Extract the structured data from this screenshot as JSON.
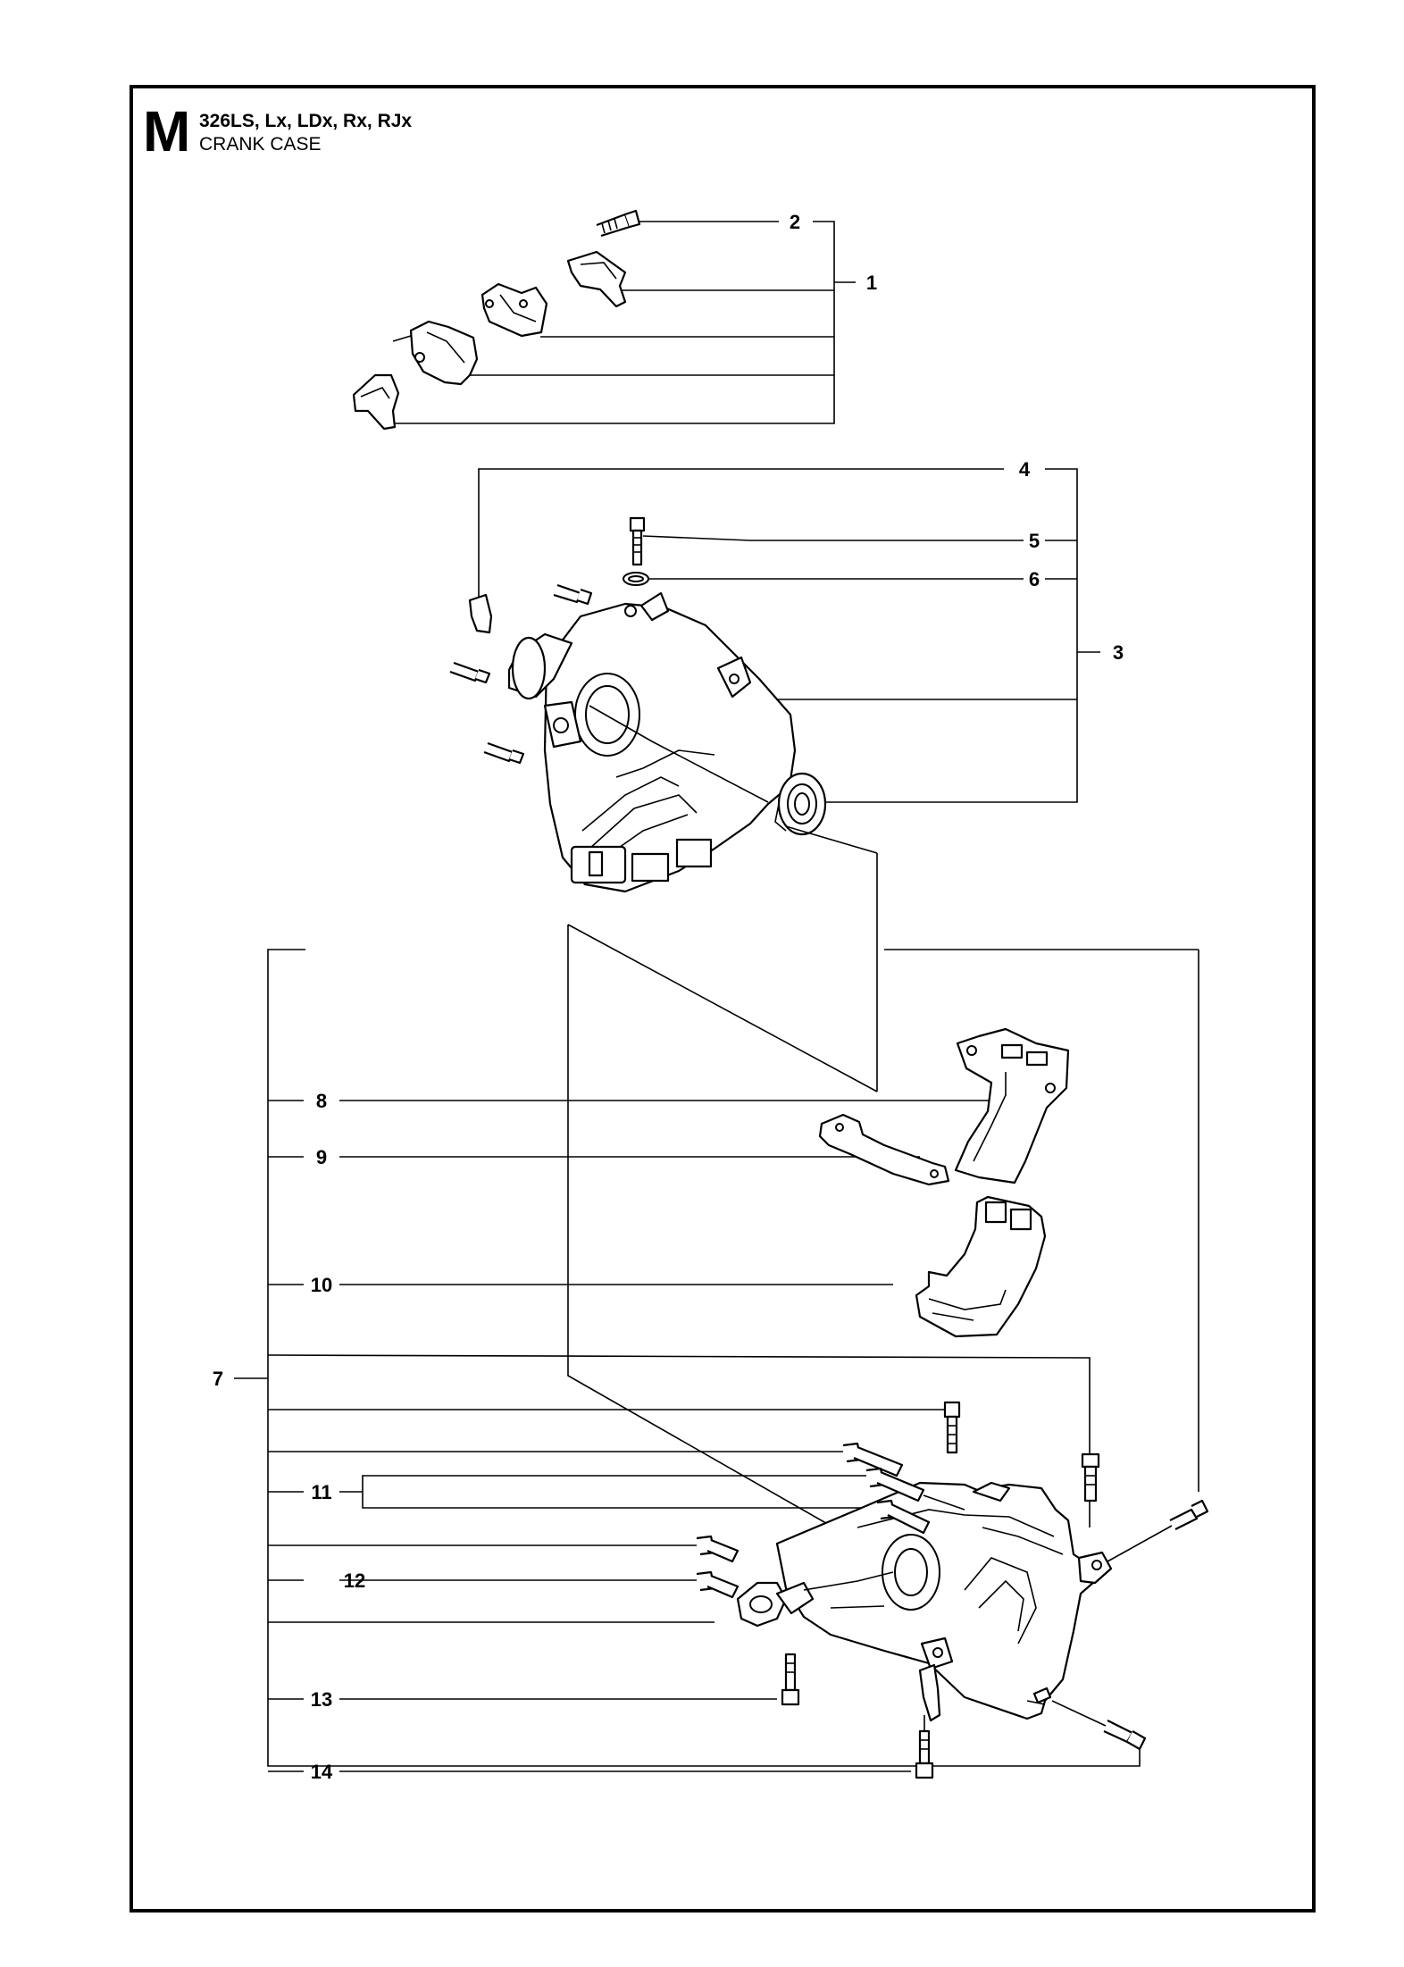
{
  "header": {
    "section_letter": "M",
    "models": "326LS, Lx, LDx, Rx, RJx",
    "section_name": "CRANK CASE"
  },
  "callouts": {
    "c1": "1",
    "c2": "2",
    "c3": "3",
    "c4": "4",
    "c5": "5",
    "c6": "6",
    "c7": "7",
    "c8": "8",
    "c9": "9",
    "c10": "10",
    "c11": "11",
    "c12": "12",
    "c13": "13",
    "c14": "14"
  },
  "colors": {
    "ink": "#000000",
    "paper": "#ffffff"
  }
}
